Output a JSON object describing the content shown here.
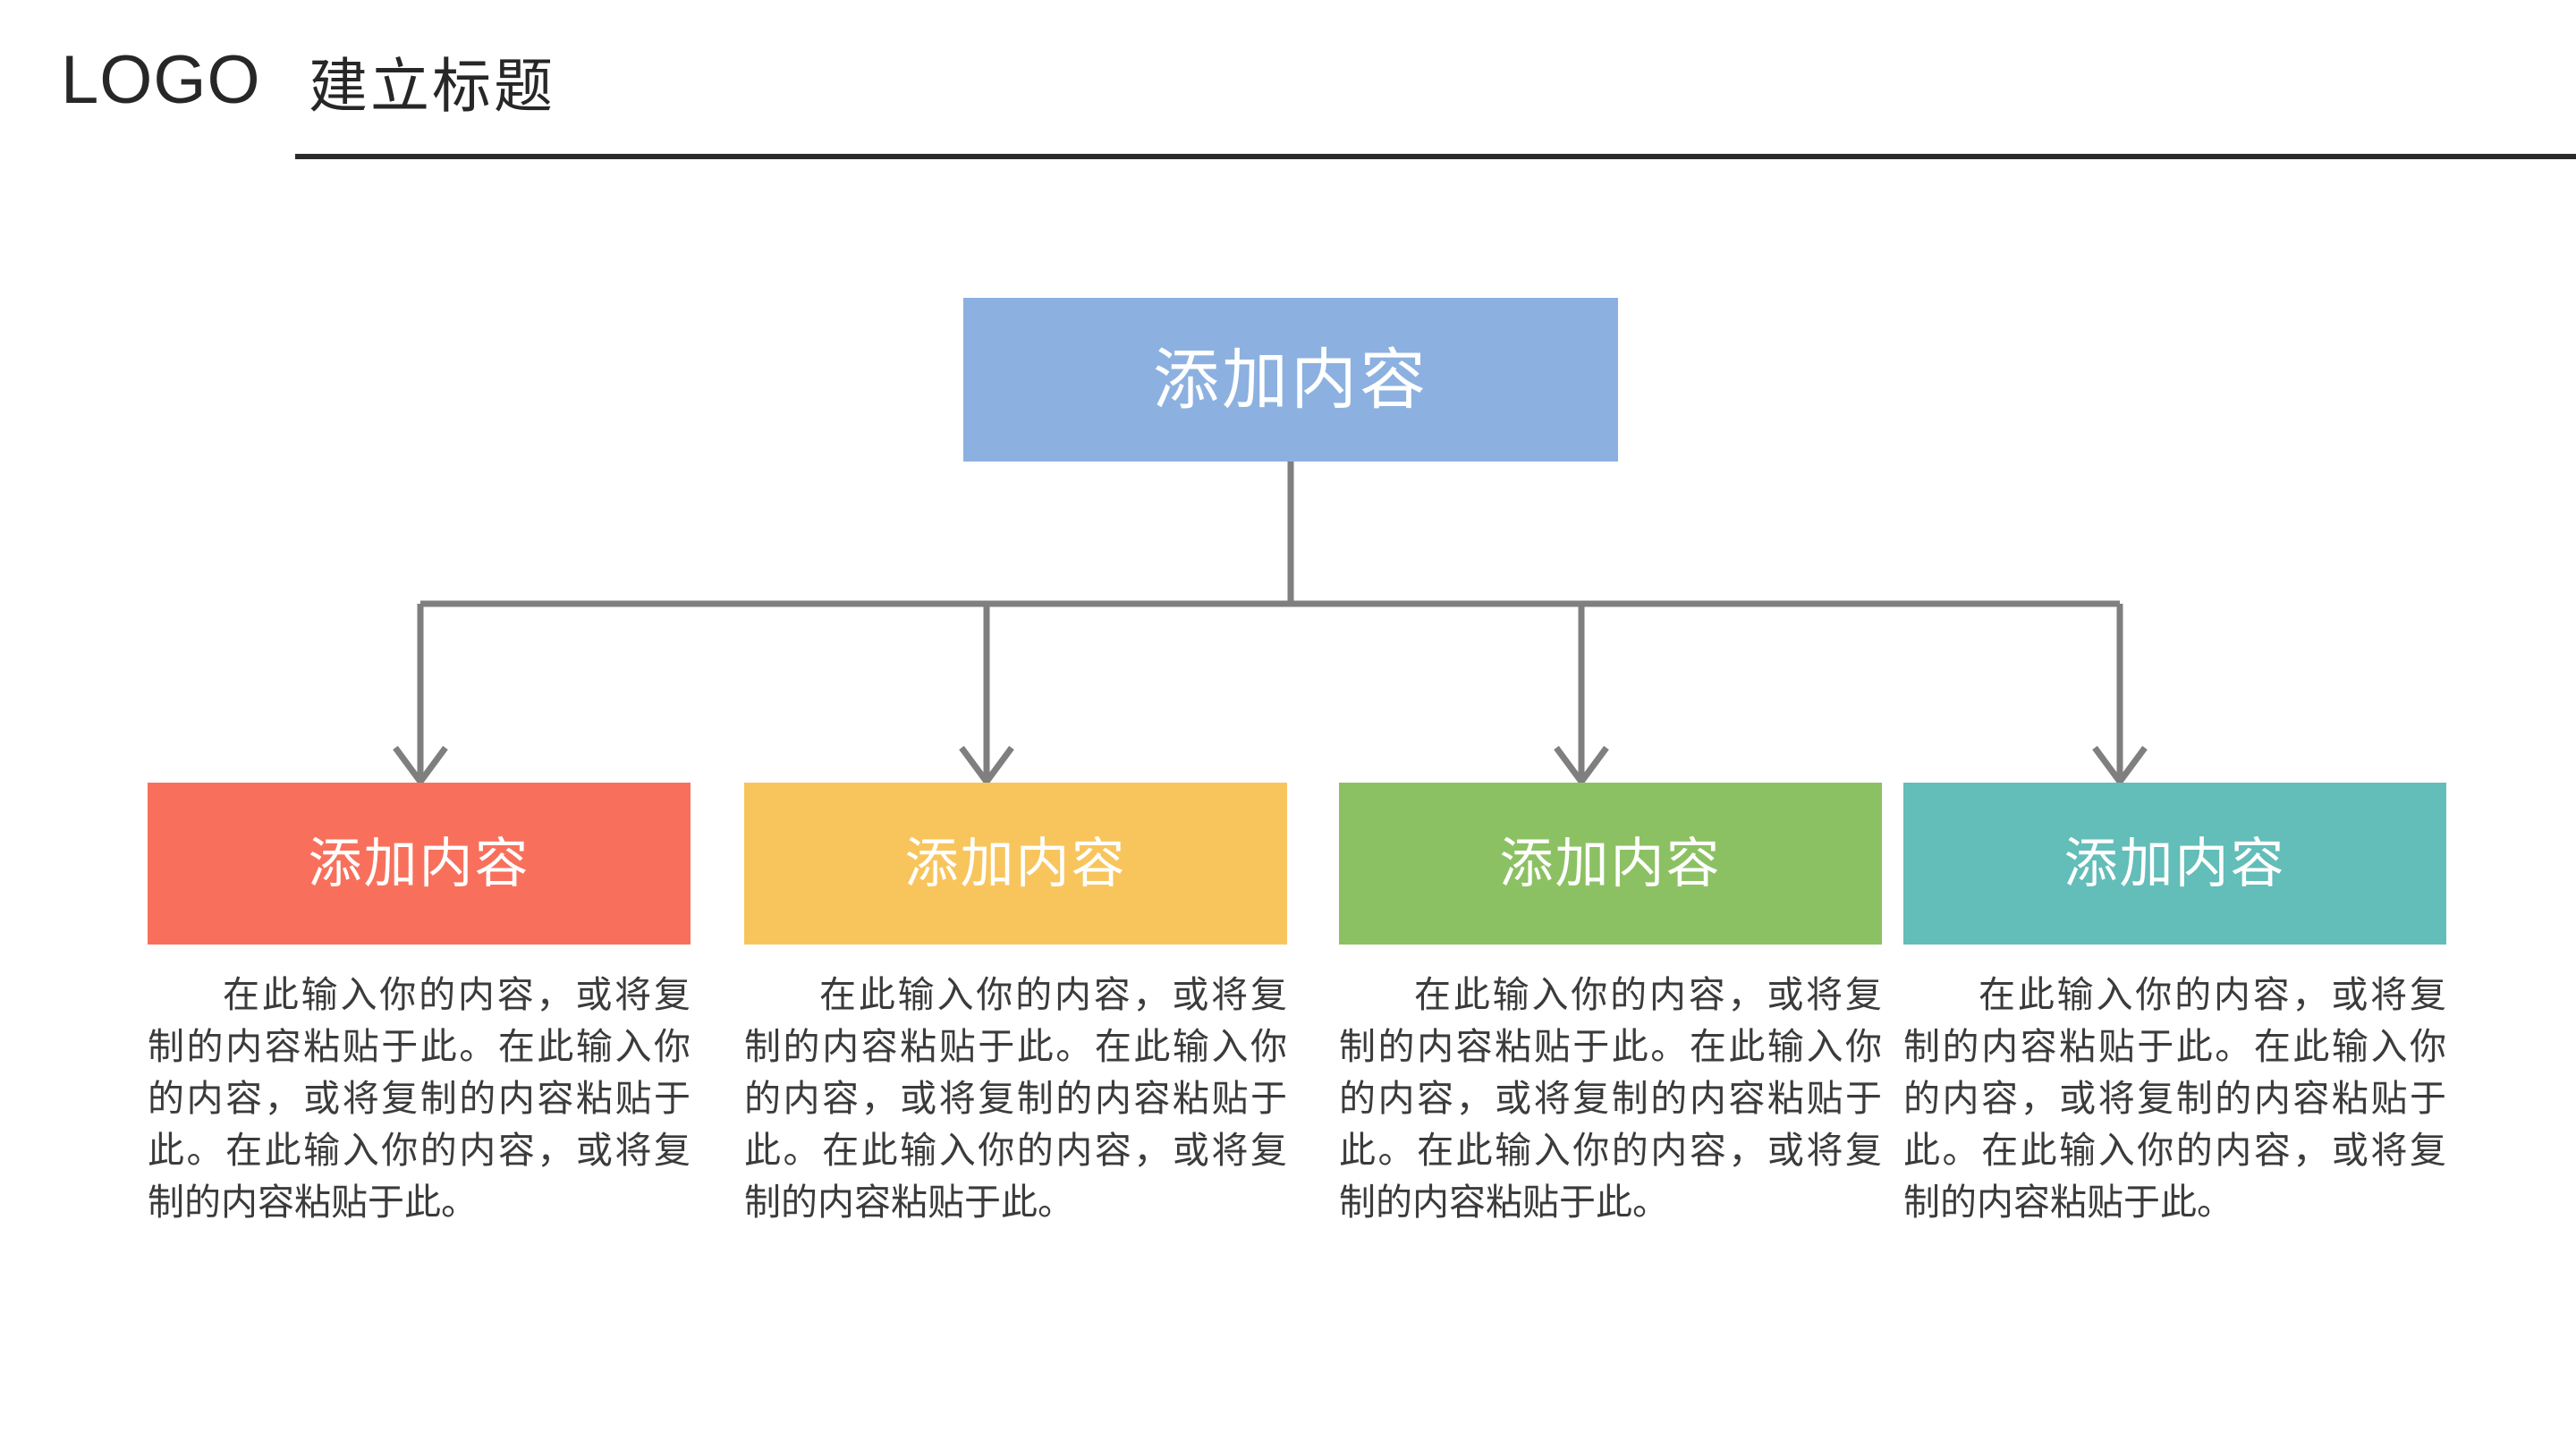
{
  "header": {
    "logo": "LOGO",
    "title": "建立标题",
    "rule_color": "#2b2b2b"
  },
  "diagram": {
    "type": "org-chart",
    "connector_color": "#7f7f7f",
    "root": {
      "label": "添加内容",
      "color": "#8cb1e0"
    },
    "branches": [
      {
        "label": "添加内容",
        "color": "#f8705c",
        "body": "在此输入你的内容，或将复制的内容粘贴于此。在此输入你的内容，或将复制的内容粘贴于此。在此输入你的内容，或将复制的内容粘贴于此。"
      },
      {
        "label": "添加内容",
        "color": "#f8c55d",
        "body": "在此输入你的内容，或将复制的内容粘贴于此。在此输入你的内容，或将复制的内容粘贴于此。在此输入你的内容，或将复制的内容粘贴于此。"
      },
      {
        "label": "添加内容",
        "color": "#8cc163",
        "body": "在此输入你的内容，或将复制的内容粘贴于此。在此输入你的内容，或将复制的内容粘贴于此。在此输入你的内容，或将复制的内容粘贴于此。"
      },
      {
        "label": "添加内容",
        "color": "#63bdb9",
        "body": "在此输入你的内容，或将复制的内容粘贴于此。在此输入你的内容，或将复制的内容粘贴于此。在此输入你的内容，或将复制的内容粘贴于此。"
      }
    ]
  }
}
